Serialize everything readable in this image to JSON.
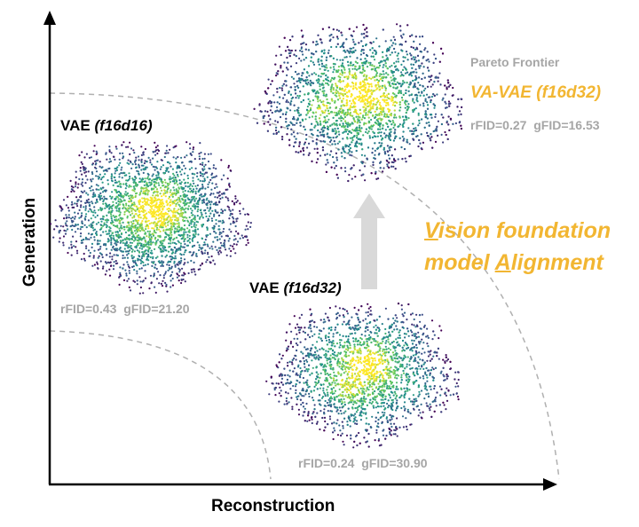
{
  "axes": {
    "x_label": "Reconstruction",
    "y_label": "Generation"
  },
  "pareto_label": "Pareto Frontier",
  "models": {
    "vae_f16d16": {
      "name": "VAE",
      "config": "(f16d16)",
      "rfid": "rFID=0.43",
      "gfid": "gFID=21.20"
    },
    "vae_f16d32": {
      "name": "VAE",
      "config": "(f16d32)",
      "rfid": "rFID=0.24",
      "gfid": "gFID=30.90"
    },
    "va_vae": {
      "title": "VA-VAE (f16d32)",
      "rfid": "rFID=0.27",
      "gfid": "gFID=16.53"
    }
  },
  "alignment": {
    "line1_first": "V",
    "line1_rest": "ision foundation",
    "line2_before": "model ",
    "line2_underlined": "A",
    "line2_rest": "lignment"
  },
  "colors": {
    "highlight": "#f2b632",
    "stats_gray": "#a6a6a6",
    "frontier": "#b0b0b0",
    "arrow": "#d9d9d9",
    "viridis_low": "#3b4a8c",
    "viridis_mid": "#3eb583",
    "viridis_high": "#fde725"
  }
}
